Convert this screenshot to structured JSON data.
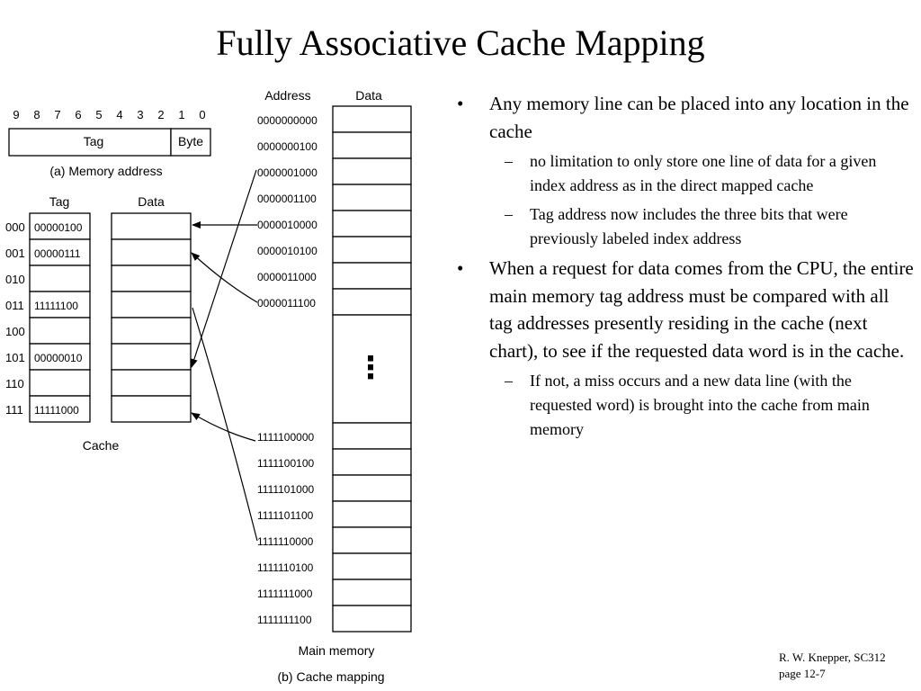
{
  "title": "Fully Associative Cache Mapping",
  "figure": {
    "bit_numbers": [
      "9",
      "8",
      "7",
      "6",
      "5",
      "4",
      "3",
      "2",
      "1",
      "0"
    ],
    "memory_address": {
      "tag_label": "Tag",
      "byte_label": "Byte",
      "caption": "(a) Memory address"
    },
    "cache": {
      "tag_header": "Tag",
      "data_header": "Data",
      "label": "Cache",
      "rows": [
        {
          "index": "000",
          "tag": "00000100"
        },
        {
          "index": "001",
          "tag": "00000111"
        },
        {
          "index": "010",
          "tag": ""
        },
        {
          "index": "011",
          "tag": "11111100"
        },
        {
          "index": "100",
          "tag": ""
        },
        {
          "index": "101",
          "tag": "00000010"
        },
        {
          "index": "110",
          "tag": ""
        },
        {
          "index": "111",
          "tag": "11111000"
        }
      ]
    },
    "main_memory": {
      "address_header": "Address",
      "data_header": "Data",
      "label": "Main memory",
      "top_addresses": [
        "0000000000",
        "0000000100",
        "0000001000",
        "0000001100",
        "0000010000",
        "0000010100",
        "0000011000",
        "0000011100"
      ],
      "ellipsis": "⋮",
      "bottom_addresses": [
        "1111100000",
        "1111100100",
        "1111101000",
        "1111101100",
        "1111110000",
        "1111110100",
        "1111111000",
        "1111111100"
      ]
    },
    "caption": "(b) Cache mapping"
  },
  "bullets": [
    {
      "mark": "•",
      "text": "Any memory line can be placed into any location in the cache",
      "sub": [
        {
          "mark": "–",
          "text": "no limitation to only store one line of data for a given index address as in the direct mapped cache"
        },
        {
          "mark": "–",
          "text": "Tag address now includes the three bits that were previously labeled index address"
        }
      ]
    },
    {
      "mark": "•",
      "text": "When a request for data comes from the CPU, the entire main memory tag address must be compared with all tag addresses presently residing in the cache (next chart), to see if the requested data word is in the cache.",
      "sub": [
        {
          "mark": "–",
          "text": "If not, a miss occurs and a new data line (with the requested word) is brought into the cache from main memory"
        }
      ]
    }
  ],
  "footer": {
    "author": "R. W. Knepper, SC312",
    "page": "page 12-7"
  }
}
